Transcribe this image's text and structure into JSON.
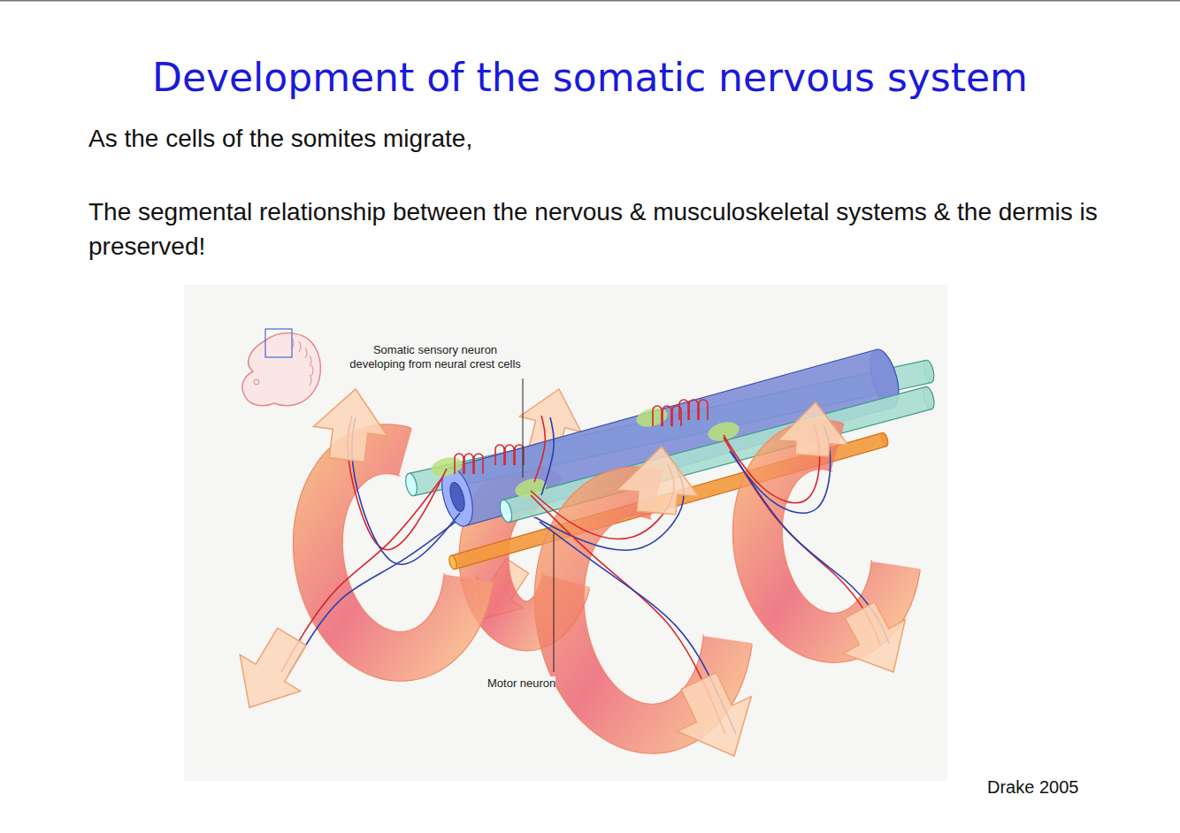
{
  "diagram": {
    "title": "Development of the somatic nervous system",
    "labels": [
      "As the cells of the somites migrate,",
      "The segmental relationship between the nervous & musculoskeletal systems & the dermis is preserved!",
      "Somatic sensory neuron developing from neural crest cells",
      "Motor neuron",
      "Drake 2005"
    ]
  }
}
